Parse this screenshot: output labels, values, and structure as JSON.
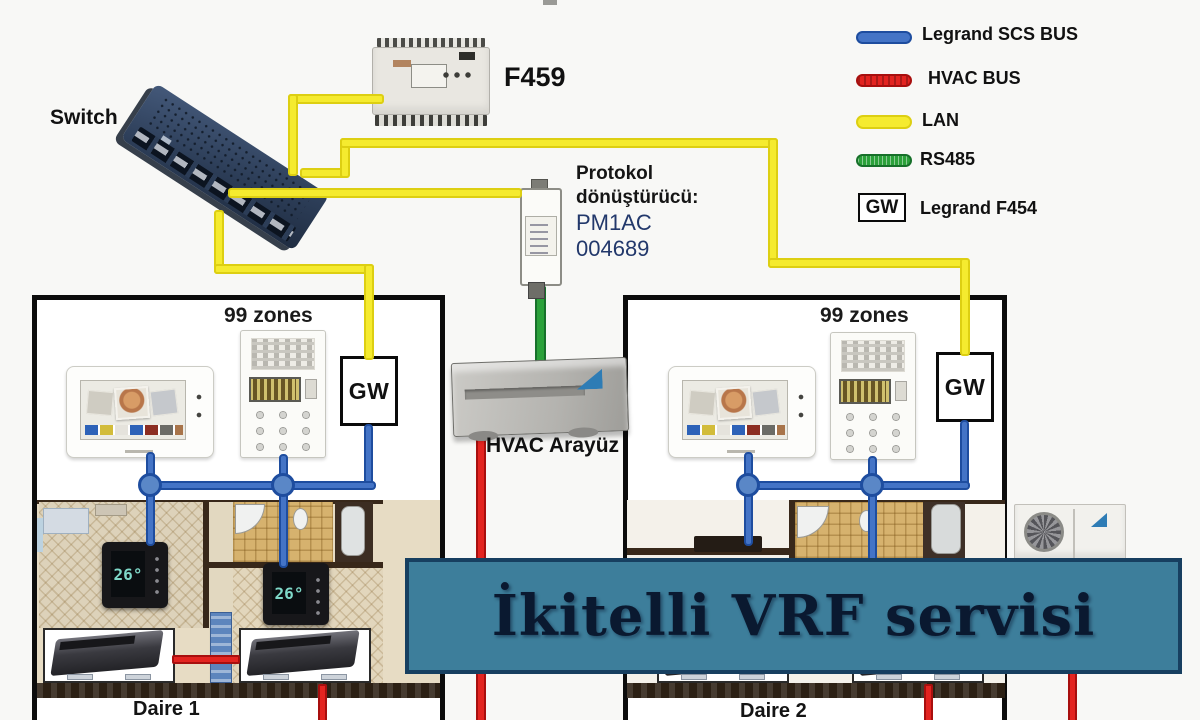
{
  "banner": {
    "text": "İkitelli VRF servisi"
  },
  "legend": {
    "items": [
      {
        "name": "legrand-scs-bus",
        "label": "Legrand SCS BUS"
      },
      {
        "name": "hvac-bus",
        "label": "HVAC BUS"
      },
      {
        "name": "lan",
        "label": "LAN"
      },
      {
        "name": "rs485",
        "label": "RS485"
      }
    ],
    "gateway": {
      "box_label": "GW",
      "label": "Legrand F454"
    }
  },
  "devices": {
    "switch": {
      "label": "Switch"
    },
    "f459": {
      "label": "F459"
    },
    "protocol_converter": {
      "title_line1": "Protokol",
      "title_line2": "dönüştürücü:",
      "model": "PM1AC",
      "serial": "004689"
    },
    "hvac_interface": {
      "label": "HVAC Arayüz"
    }
  },
  "apartments": [
    {
      "name": "Daire 1",
      "zones_label": "99 zones",
      "gateway_label": "GW",
      "thermostats": [
        {
          "temp": "26°"
        },
        {
          "temp": "26°"
        }
      ]
    },
    {
      "name": "Daire 2",
      "zones_label": "99 zones",
      "gateway_label": "GW",
      "thermostats": []
    }
  ],
  "colors": {
    "lan_wire": "#f5eb2f",
    "lan_wire_border": "#ddcf12",
    "scs_wire": "#4474c6",
    "scs_wire_border": "#1e4d9f",
    "hvac_wire": "#e32420",
    "hvac_wire_border": "#a80f0e",
    "rs485_wire": "#2ba13a",
    "rs485_wire_border": "#17702a",
    "banner_bg": "#3d7e9b",
    "banner_border": "#173f60",
    "banner_text": "#0a1930"
  }
}
